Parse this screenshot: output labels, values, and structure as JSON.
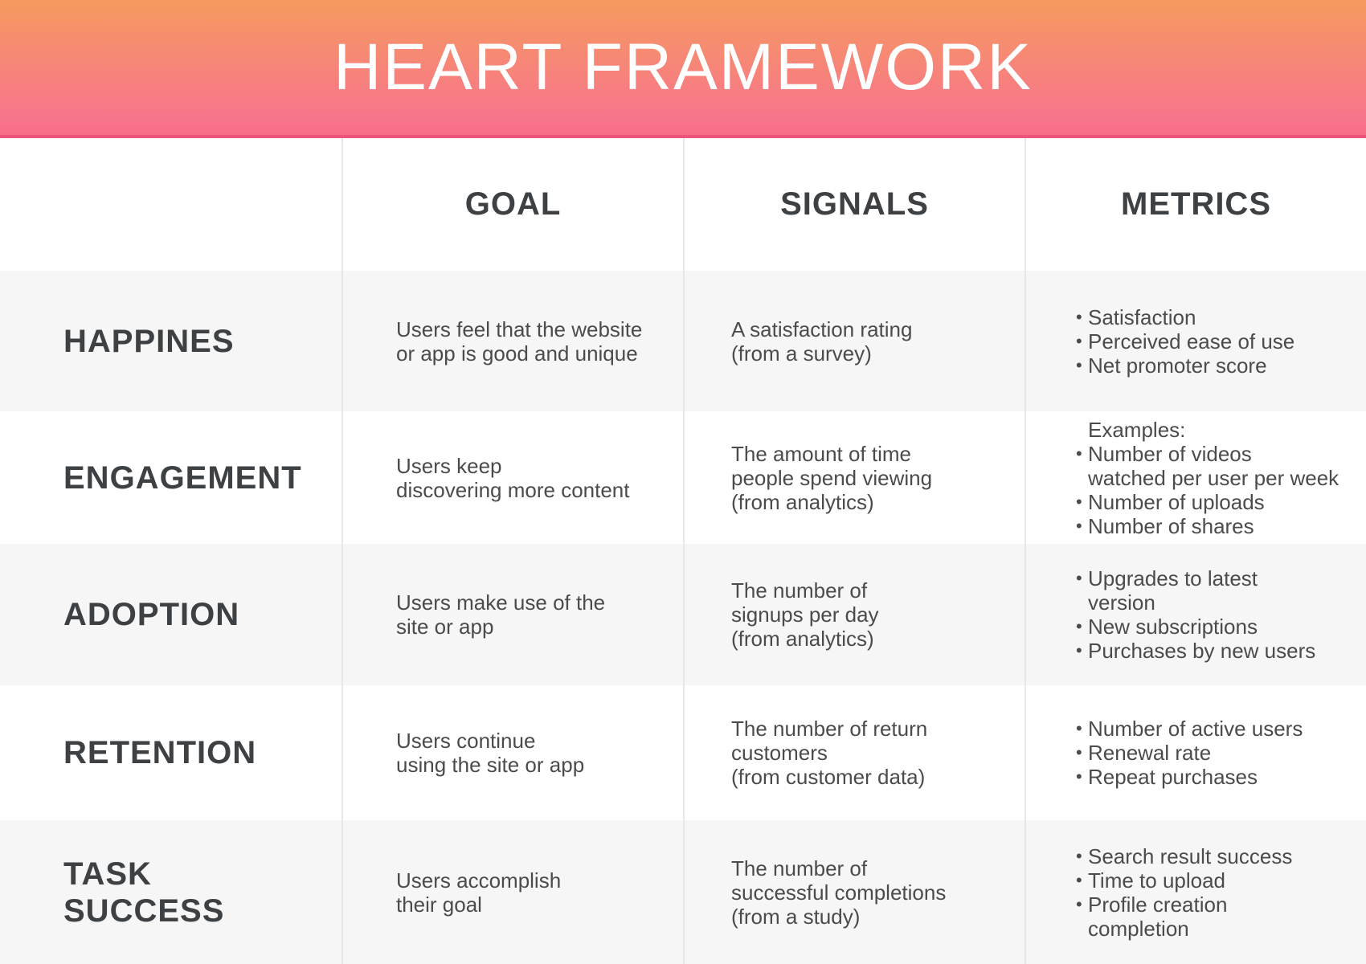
{
  "title": "HEART FRAMEWORK",
  "ui": {
    "bullet": "•"
  },
  "colors": {
    "gradient_top": "#F59A5F",
    "gradient_bottom": "#F96B88",
    "header_bottom_edge": "#EE547B",
    "alt_row_bg": "#F6F6F6",
    "divider": "#E7E7E7",
    "heading_text": "#3E4144",
    "body_text": "#4B4B4B",
    "title_text": "#FFFFFF"
  },
  "columns": [
    "GOAL",
    "SIGNALS",
    "METRICS"
  ],
  "rows": [
    {
      "label": "HAPPINES",
      "goal": "Users feel that the website\nor app is good and unique",
      "signals": "A satisfaction rating\n(from a survey)",
      "metrics": {
        "items": [
          "Satisfaction",
          "Perceived ease of use",
          "Net promoter score"
        ]
      }
    },
    {
      "label": "ENGAGEMENT",
      "goal": "Users keep\ndiscovering more content",
      "signals": "The amount of time\npeople spend viewing\n(from analytics)",
      "metrics": {
        "intro": "Examples:",
        "items": [
          "Number of videos\nwatched per user per week",
          "Number of uploads",
          "Number of shares"
        ]
      }
    },
    {
      "label": "ADOPTION",
      "goal": "Users make use of the\nsite or app",
      "signals": "The number of\nsignups per day\n(from analytics)",
      "metrics": {
        "items": [
          "Upgrades to latest\nversion",
          "New subscriptions",
          "Purchases by new users"
        ]
      }
    },
    {
      "label": "RETENTION",
      "goal": "Users continue\nusing the site or app",
      "signals": "The number of return\ncustomers\n(from customer data)",
      "metrics": {
        "items": [
          "Number of active users",
          "Renewal rate",
          "Repeat purchases"
        ]
      }
    },
    {
      "label": "TASK\nSUCCESS",
      "goal": "Users accomplish\ntheir goal",
      "signals": "The number of\nsuccessful completions\n(from a study)",
      "metrics": {
        "items": [
          "Search result success",
          "Time to upload",
          "Profile creation\ncompletion"
        ]
      }
    }
  ]
}
